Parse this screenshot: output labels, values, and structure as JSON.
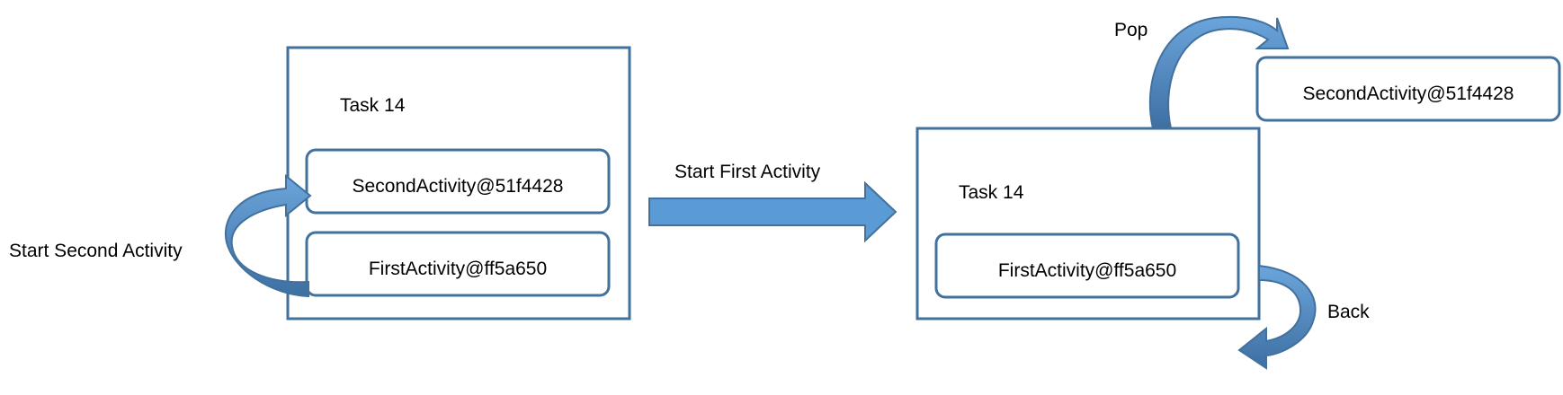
{
  "colors": {
    "box_border": "#41719c",
    "arrow_fill": "#5b9bd5",
    "arrow_fill_dark": "#3e6fa3",
    "arrow_stroke": "#41719c",
    "text": "#000000",
    "background": "#ffffff"
  },
  "before": {
    "task_label": "Task 14",
    "stack": [
      {
        "label": "SecondActivity@51f4428"
      },
      {
        "label": "FirstActivity@ff5a650"
      }
    ],
    "loop_arrow_label": "Start Second Activity"
  },
  "transition": {
    "label": "Start First Activity"
  },
  "after": {
    "task_label": "Task 14",
    "stack": [
      {
        "label": "FirstActivity@ff5a650"
      }
    ],
    "popped": {
      "label": "SecondActivity@51f4428"
    },
    "pop_label": "Pop",
    "back_label": "Back"
  }
}
